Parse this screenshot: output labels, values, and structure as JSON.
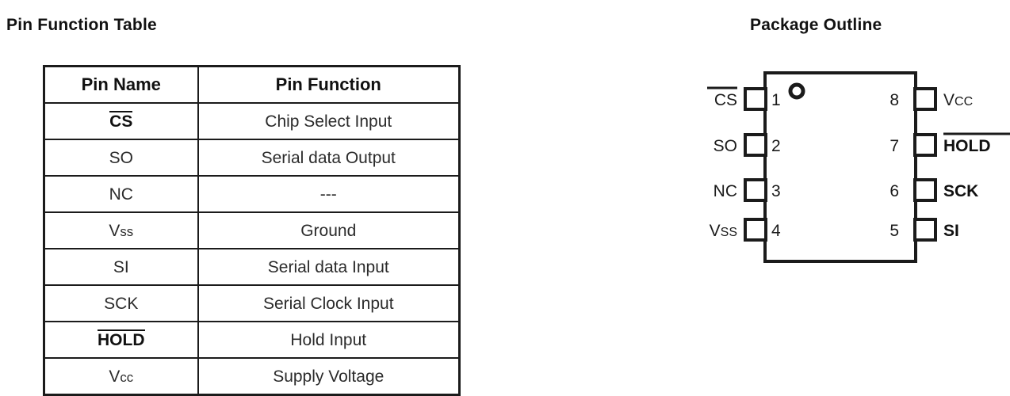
{
  "sections": {
    "pin_table_title": "Pin Function Table",
    "package_title": "Package Outline"
  },
  "pin_table": {
    "headers": [
      "Pin Name",
      "Pin Function"
    ],
    "rows": [
      {
        "name": "CS",
        "overline": true,
        "function": "Chip Select Input"
      },
      {
        "name": "SO",
        "overline": false,
        "function": "Serial data Output"
      },
      {
        "name": "NC",
        "overline": false,
        "function": "---"
      },
      {
        "name": "Vss",
        "overline": false,
        "function": "Ground"
      },
      {
        "name": "SI",
        "overline": false,
        "function": "Serial data Input"
      },
      {
        "name": "SCK",
        "overline": false,
        "function": "Serial Clock Input"
      },
      {
        "name": "HOLD",
        "overline": true,
        "function": "Hold Input"
      },
      {
        "name": "Vcc",
        "overline": false,
        "function": "Supply Voltage"
      }
    ]
  },
  "package": {
    "type": "SOIC-8",
    "pin_1_marker": "dot-notch-circle",
    "left_pins": [
      {
        "number": "1",
        "label": "CS",
        "overline": true
      },
      {
        "number": "2",
        "label": "SO",
        "overline": false
      },
      {
        "number": "3",
        "label": "NC",
        "overline": false
      },
      {
        "number": "4",
        "label": "Vss",
        "overline": false
      }
    ],
    "right_pins": [
      {
        "number": "8",
        "label": "Vcc",
        "overline": false
      },
      {
        "number": "7",
        "label": "HOLD",
        "overline": true
      },
      {
        "number": "6",
        "label": "SCK",
        "overline": false
      },
      {
        "number": "5",
        "label": "SI",
        "overline": false
      }
    ]
  },
  "colors": {
    "background": "#ffffff",
    "line": "#1b1b1b",
    "text": "#1a1a1a"
  }
}
